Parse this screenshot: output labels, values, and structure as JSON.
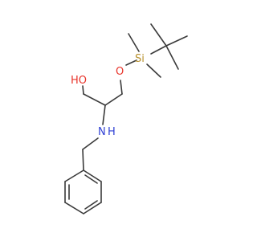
{
  "molecule": {
    "atoms": {
      "hydroxyl": "HO",
      "amine": "N",
      "amine_h": "H",
      "ether_oxygen": "O",
      "silicon": "Si"
    },
    "colors": {
      "bond": "#3a3a3a",
      "oxygen": "#e8332a",
      "nitrogen": "#2e3fd4",
      "silicon": "#b8912e",
      "carbon_label": "#3a3a3a"
    }
  }
}
